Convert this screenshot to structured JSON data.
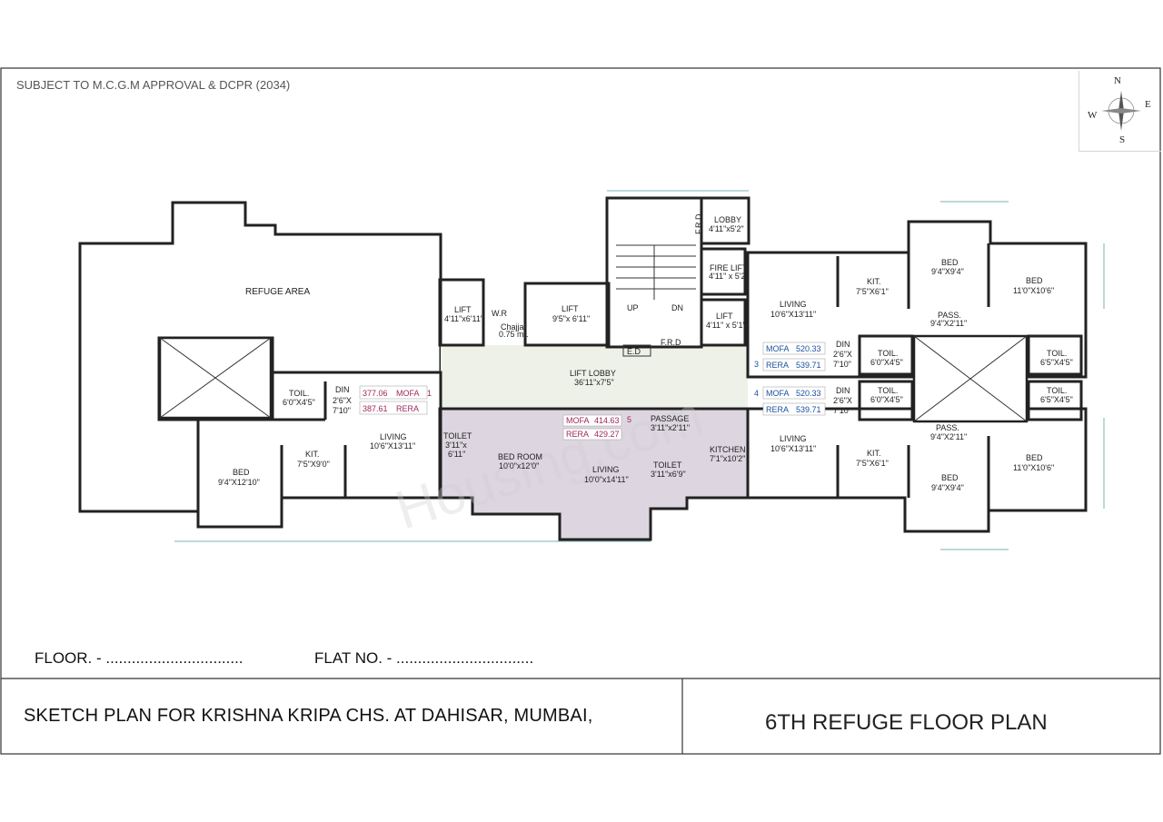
{
  "header": {
    "subject_note": "SUBJECT TO M.C.G.M APPROVAL & DCPR (2034)"
  },
  "compass": {
    "n": "N",
    "e": "E",
    "s": "S",
    "w": "W"
  },
  "rooms": {
    "refuge": "REFUGE AREA",
    "lift_a": "LIFT",
    "lift_a_dim": "4'11\"x6'11\"",
    "wr": "W.R",
    "chajja": "Chajja",
    "chajja_dim": "0.75 mt.",
    "lift_b": "LIFT",
    "lift_b_dim": "9'5\"x 6'11\"",
    "up": "UP",
    "dn": "DN",
    "ed": "E.D",
    "frd": "F.R.D",
    "frd_v": "F.R.D",
    "lobby": "LOBBY",
    "lobby_dim": "4'11\"x5'2\"",
    "fire_lift": "FIRE LIFT",
    "fire_lift_dim": "4'11\" x 5'2\"",
    "lift_c": "LIFT",
    "lift_c_dim": "4'11\" x 5'1\"",
    "lift_lobby": "LIFT LOBBY",
    "lift_lobby_dim": "36'11\"x7'5\"",
    "toil_1": "TOIL.",
    "toil_1_dim": "6'0\"X4'5\"",
    "din_1": "DIN",
    "din_1_dim_a": "2'6\"X",
    "din_1_dim_b": "7'10\"",
    "living_1": "LIVING",
    "living_1_dim": "10'6\"X13'11\"",
    "kit_1": "KIT.",
    "kit_1_dim": "7'5\"X9'0\"",
    "bed_1": "BED",
    "bed_1_dim": "9'4\"X12'10\"",
    "toilet_a": "TOILET",
    "toilet_a_dim_a": "3'11\"x",
    "toilet_a_dim_b": "6'11\"",
    "bed_room": "BED ROOM",
    "bed_room_dim": "10'0\"x12'0\"",
    "living_5": "LIVING",
    "living_5_dim": "10'0\"x14'11\"",
    "passage": "PASSAGE",
    "passage_dim": "3'11\"x2'11\"",
    "toilet_b": "TOILET",
    "toilet_b_dim": "3'11\"x6'9\"",
    "kitchen": "KITCHEN",
    "kitchen_dim": "7'1\"x10'2\"",
    "living_3": "LIVING",
    "living_3_dim": "10'6\"X13'11\"",
    "kit_3": "KIT.",
    "kit_3_dim": "7'5\"X6'1\"",
    "bed_3a": "BED",
    "bed_3a_dim": "9'4\"X9'4\"",
    "bed_3b": "BED",
    "bed_3b_dim": "11'0\"X10'6\"",
    "pass_3": "PASS.",
    "pass_3_dim": "9'4\"X2'11\"",
    "din_3": "DIN",
    "din_3_dim_a": "2'6\"X",
    "din_3_dim_b": "7'10\"",
    "toil_3a": "TOIL.",
    "toil_3a_dim": "6'0\"X4'5\"",
    "toil_3b": "TOIL.",
    "toil_3b_dim": "6'5\"X4'5\"",
    "din_4": "DIN",
    "din_4_dim_a": "2'6\"X",
    "din_4_dim_b": "7'10\"",
    "toil_4a": "TOIL.",
    "toil_4a_dim": "6'0\"X4'5\"",
    "toil_4b": "TOIL.",
    "toil_4b_dim": "6'5\"X4'5\"",
    "living_4": "LIVING",
    "living_4_dim": "10'6\"X13'11\"",
    "kit_4": "KIT.",
    "kit_4_dim": "7'5\"X6'1\"",
    "bed_4a": "BED",
    "bed_4a_dim": "9'4\"X9'4\"",
    "bed_4b": "BED",
    "bed_4b_dim": "11'0\"X10'6\"",
    "pass_4": "PASS.",
    "pass_4_dim": "9'4\"X2'11\""
  },
  "flats": {
    "f1": {
      "no": "1",
      "mofa_label": "MOFA",
      "mofa": "377.06",
      "rera_label": "RERA",
      "rera": "387.61"
    },
    "f5": {
      "no": "5",
      "mofa_label": "MOFA",
      "mofa": "414.63",
      "rera_label": "RERA",
      "rera": "429.27"
    },
    "f3": {
      "no": "3",
      "mofa_label": "MOFA",
      "mofa": "520.33",
      "rera_label": "RERA",
      "rera": "539.71"
    },
    "f4": {
      "no": "4",
      "mofa_label": "MOFA",
      "mofa": "520.33",
      "rera_label": "RERA",
      "rera": "539.71"
    }
  },
  "watermark": "Housing.com",
  "footer": {
    "floor_line": "FLOOR. - ................................",
    "flat_line": "FLAT NO. - ................................",
    "sketch_title": "SKETCH PLAN FOR  KRISHNA KRIPA CHS.  AT DAHISAR, MUMBAI,",
    "plan_title": "6TH REFUGE FLOOR PLAN"
  },
  "colors": {
    "highlight_flat": "#ddd6e0",
    "lobby_fill": "#eef1e8",
    "mofa_pink": "#a0285a",
    "mofa_blue": "#1a4f9c"
  }
}
